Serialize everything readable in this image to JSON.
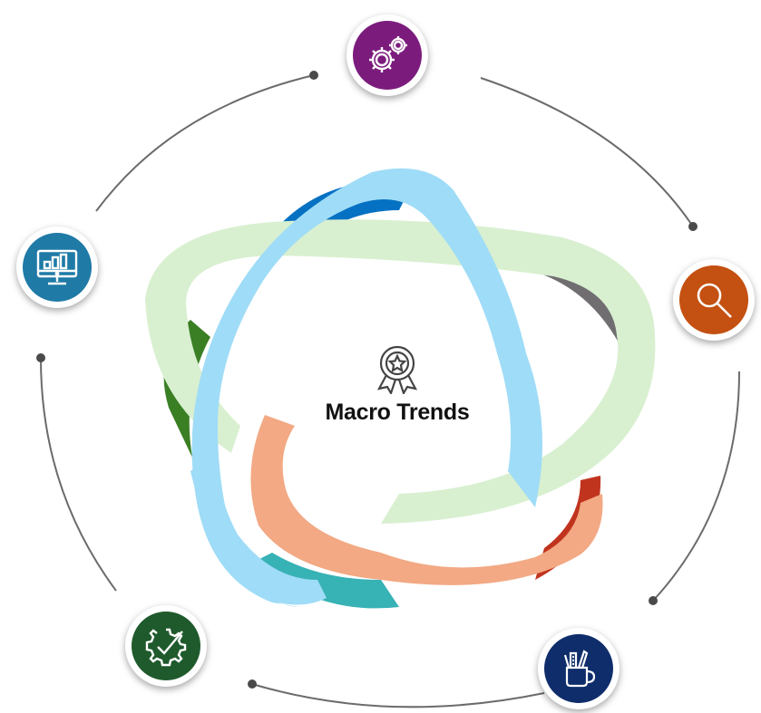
{
  "title": "Macro Trends",
  "colors": {
    "purple": "#7b1c7d",
    "orange": "#c45011",
    "navy": "#0f2d6b",
    "green": "#1f5a2c",
    "teal": "#1f7aa6",
    "band_lightblue": "#9fdcf7",
    "band_lightgreen": "#d8f0d0",
    "band_salmon": "#f2a984",
    "band_darkblue": "#0571c3",
    "band_gray": "#706e70",
    "band_darkgreen": "#3a7f24",
    "band_teal": "#37b2b5",
    "band_red": "#c0341e"
  },
  "nodes": [
    {
      "id": "gears",
      "icon": "gears-icon"
    },
    {
      "id": "search",
      "icon": "magnifier-icon"
    },
    {
      "id": "tools",
      "icon": "tools-cup-icon"
    },
    {
      "id": "gear-check",
      "icon": "gear-check-icon"
    },
    {
      "id": "monitor",
      "icon": "monitor-chart-icon"
    }
  ],
  "center_icon": "award-icon"
}
